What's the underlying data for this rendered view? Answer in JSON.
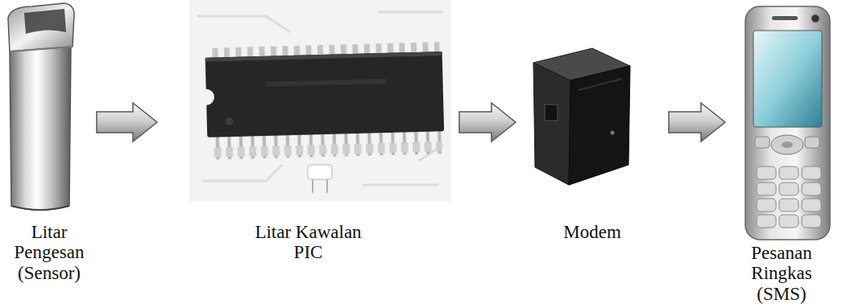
{
  "diagram": {
    "nodes": [
      {
        "text": [
          "Litar Pengesan (Sensor)"
        ]
      },
      {
        "text": [
          "Litar Kawalan PIC"
        ]
      },
      {
        "text": [
          "Modem"
        ]
      },
      {
        "text": [
          "Pesanan Ringkas (SMS)"
        ]
      }
    ],
    "edges": [
      {
        "from": 0,
        "to": 1,
        "arrow": "to"
      },
      {
        "from": 1,
        "to": 2,
        "arrow": "to"
      },
      {
        "from": 2,
        "to": 3,
        "arrow": "to"
      }
    ]
  }
}
